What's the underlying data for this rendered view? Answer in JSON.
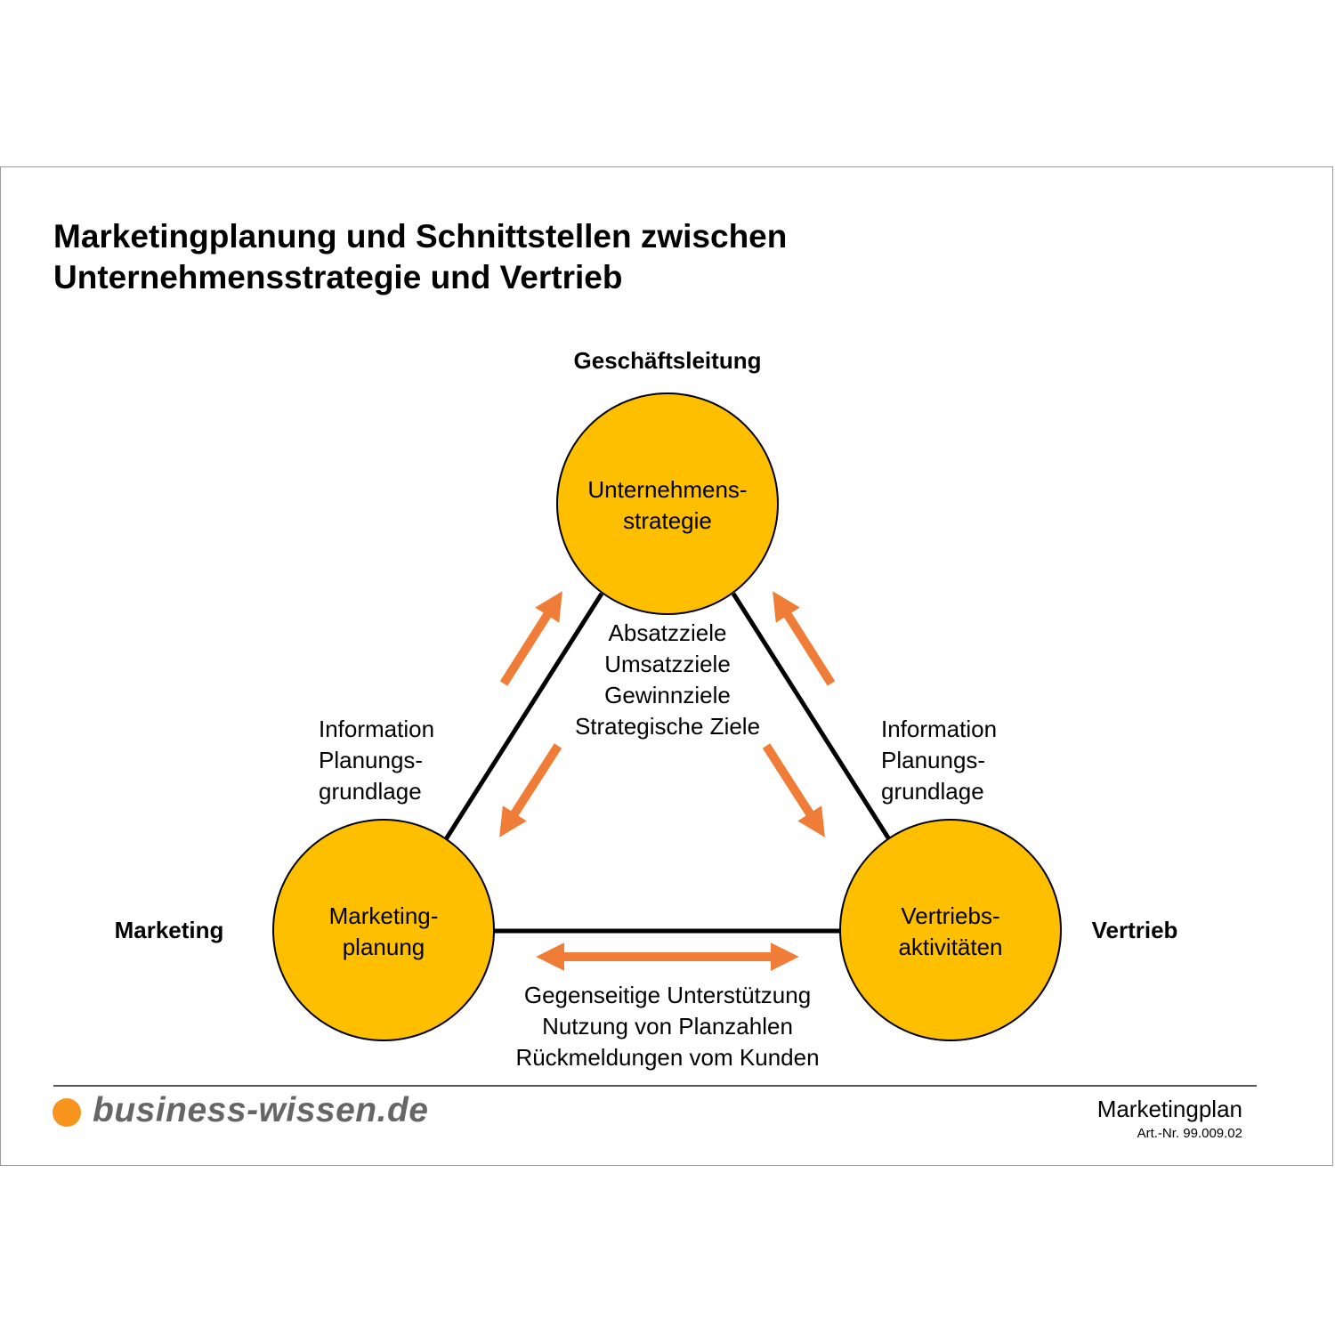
{
  "title": {
    "line1": "Marketingplanung und Schnittstellen zwischen",
    "line2": "Unternehmensstrategie und Vertrieb"
  },
  "roles": {
    "top": "Geschäftsleitung",
    "left": "Marketing",
    "right": "Vertrieb"
  },
  "nodes": {
    "top": {
      "line1": "Unternehmens-",
      "line2": "strategie"
    },
    "left": {
      "line1": "Marketing-",
      "line2": "planung"
    },
    "right": {
      "line1": "Vertriebs-",
      "line2": "aktivitäten"
    }
  },
  "center_text": [
    "Absatzziele",
    "Umsatzziele",
    "Gewinnziele",
    "Strategische Ziele"
  ],
  "left_info": [
    "Information",
    "Planungs-",
    "grundlage"
  ],
  "right_info": [
    "Information",
    "Planungs-",
    "grundlage"
  ],
  "bottom_text": [
    "Gegenseitige Unterstützung",
    "Nutzung von Planzahlen",
    "Rückmeldungen vom Kunden"
  ],
  "colors": {
    "circle_fill": "#fdbf00",
    "arrow": "#ef7d37",
    "line": "#000000",
    "logo_dot": "#f7941d"
  },
  "footer": {
    "logo": "business-wissen.de",
    "product": "Marketingplan",
    "article": "Art.-Nr. 99.009.02"
  }
}
